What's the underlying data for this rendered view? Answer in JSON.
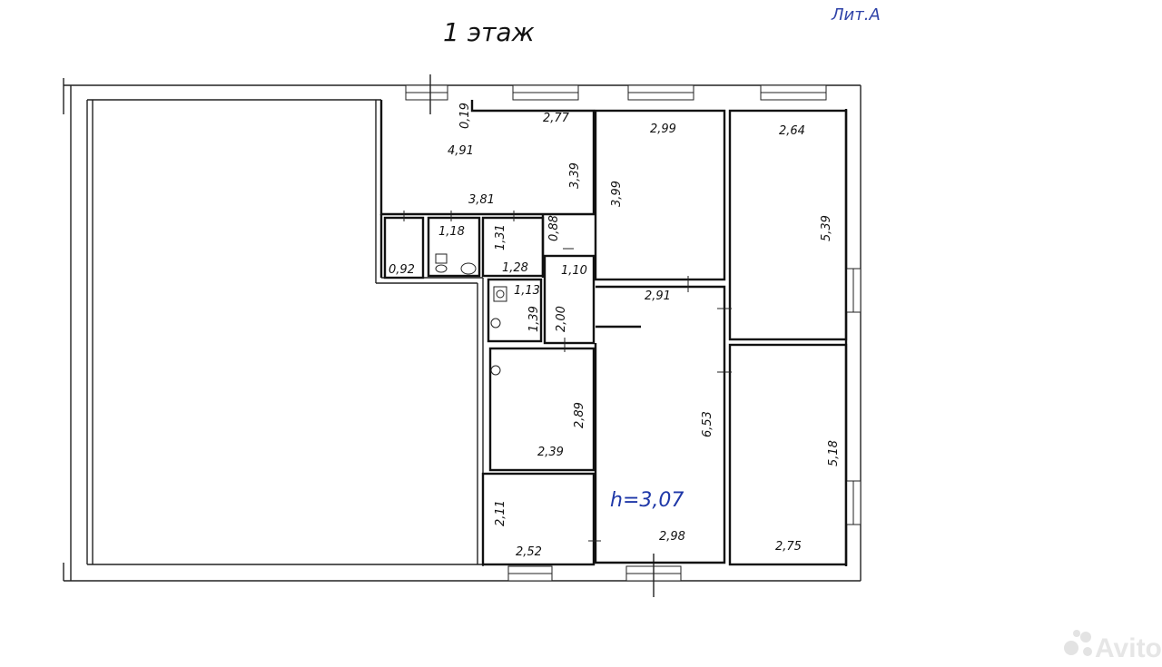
{
  "plan": {
    "title": "1  этаж",
    "litera": "Лит.А",
    "ceiling_height": "h=3,07",
    "dimensions": {
      "d019": "0,19",
      "d277": "2,77",
      "d491": "4,91",
      "d339": "3,39",
      "d381": "3,81",
      "d088": "0,88",
      "d118": "1,18",
      "d131": "1,31",
      "d092": "0,92",
      "d128": "1,28",
      "d110": "1,10",
      "d113": "1,13",
      "d139": "1,39",
      "d200": "2,00",
      "d299": "2,99",
      "d399": "3,99",
      "d264": "2,64",
      "d539": "5,39",
      "d291": "2,91",
      "d653": "6,53",
      "d289": "2,89",
      "d239": "2,39",
      "d211": "2,11",
      "d252": "2,52",
      "d298": "2,98",
      "d518": "5,18",
      "d275": "2,75"
    }
  },
  "watermark": {
    "text": "Avito",
    "icon": "avito-logo-icon"
  }
}
